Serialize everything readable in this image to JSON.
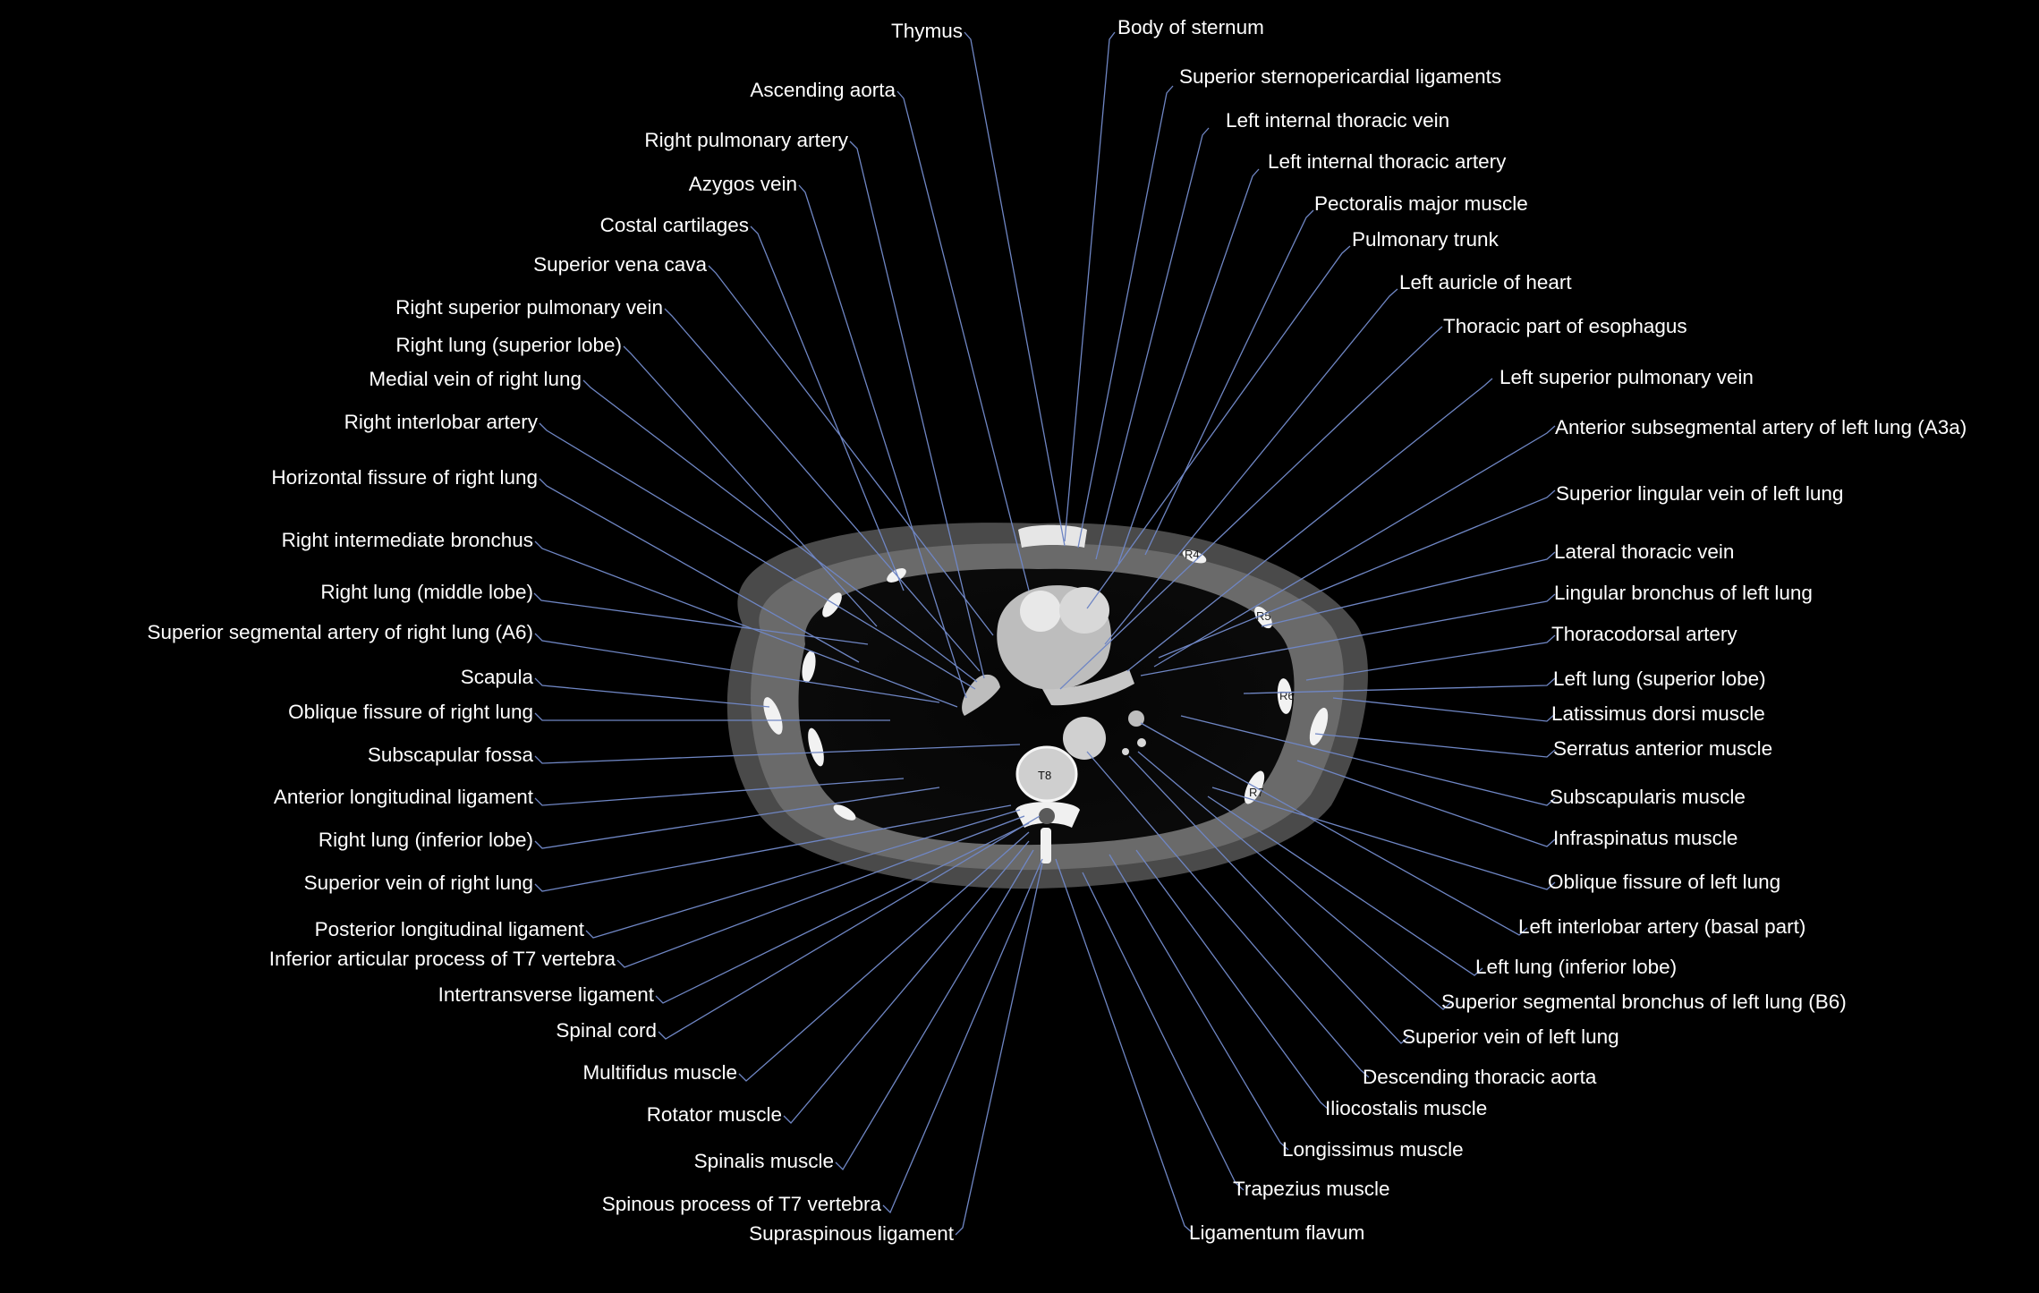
{
  "title": "",
  "scan_markers": {
    "vertebra": "T8",
    "rib_r4": "R4",
    "rib_r5": "R5",
    "rib_r6": "R6",
    "rib_r7": "R7"
  },
  "labels_right_side_of_patient": [
    "Thymus",
    "Ascending aorta",
    "Right pulmonary artery",
    "Azygos vein",
    "Costal cartilages",
    "Superior vena cava",
    "Right superior pulmonary vein",
    "Right lung (superior lobe)",
    "Medial vein of right lung",
    "Right interlobar artery",
    "Horizontal fissure of right lung",
    "Right intermediate bronchus",
    "Right lung (middle lobe)",
    "Superior segmental artery of right lung (A6)",
    "Scapula",
    "Oblique fissure of right lung",
    "Subscapular fossa",
    "Anterior longitudinal ligament",
    "Right lung (inferior lobe)",
    "Superior vein of right lung",
    "Posterior longitudinal ligament",
    "Inferior articular process of T7 vertebra",
    "Intertransverse ligament",
    "Spinal cord",
    "Multifidus muscle",
    "Rotator muscle",
    "Spinalis muscle",
    "Spinous process of T7 vertebra",
    "Supraspinous ligament"
  ],
  "labels_left_side_of_patient": [
    "Body of sternum",
    "Superior sternopericardial ligaments",
    "Left internal thoracic vein",
    "Left internal thoracic artery",
    "Pectoralis major muscle",
    "Pulmonary trunk",
    "Left auricle of heart",
    "Thoracic part of esophagus",
    "Left superior pulmonary vein",
    "Anterior subsegmental artery of left lung (A3a)",
    "Superior lingular vein of left lung",
    "Lateral thoracic vein",
    "Lingular bronchus of left lung",
    "Thoracodorsal artery",
    "Left lung (superior lobe)",
    "Latissimus dorsi muscle",
    "Serratus anterior muscle",
    "Subscapularis muscle",
    "Infraspinatus muscle",
    "Oblique fissure of left lung",
    "Left interlobar artery (basal part)",
    "Left lung (inferior lobe)",
    "Superior segmental bronchus of left lung (B6)",
    "Superior vein of left lung",
    "Descending thoracic aorta",
    "Iliocostalis muscle",
    "Longissimus muscle",
    "Trapezius muscle",
    "Ligamentum flavum"
  ]
}
